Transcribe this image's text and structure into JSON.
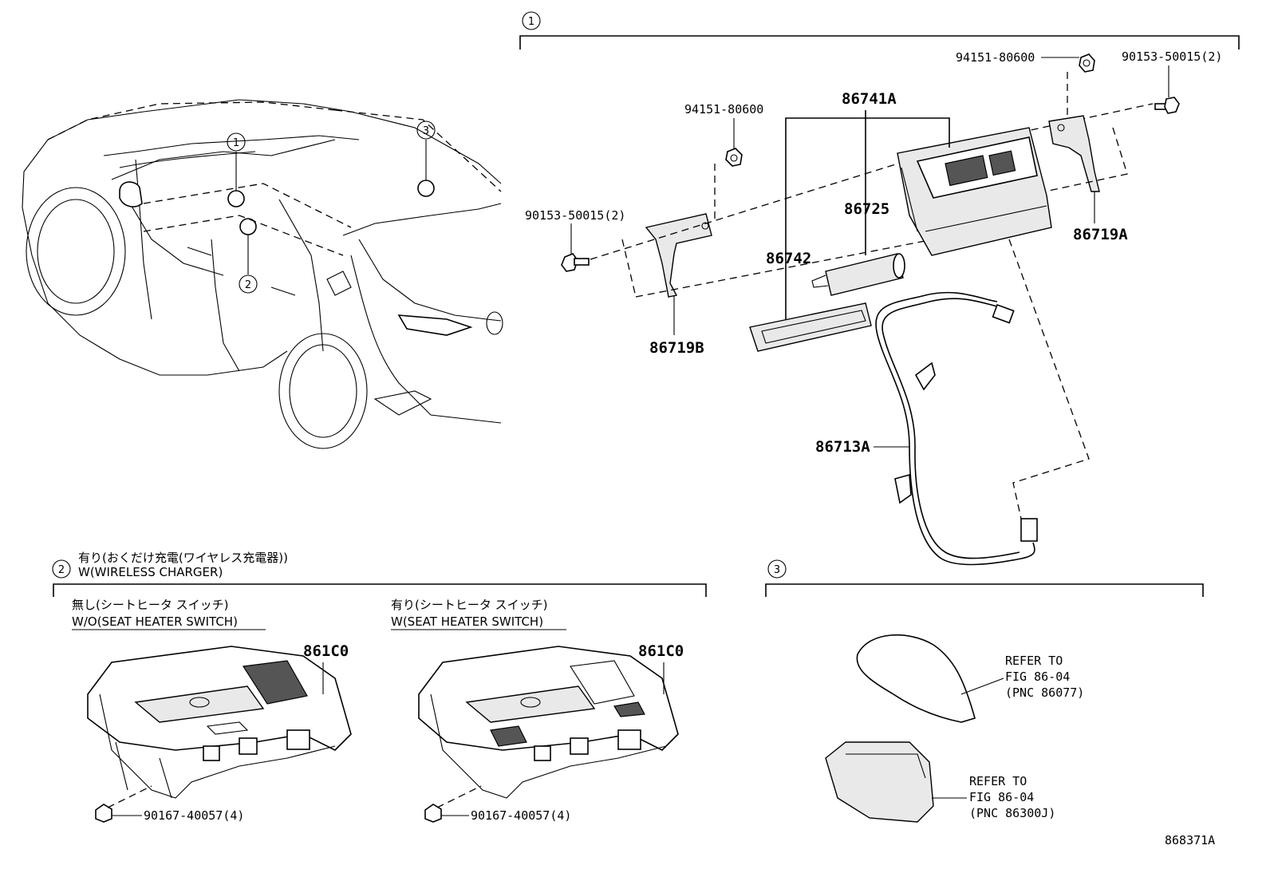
{
  "callouts": {
    "one": "1",
    "two": "2",
    "three": "3"
  },
  "section1": {
    "bolt_left": "90153-50015(2)",
    "nut_left": "94151-80600",
    "nut_top": "94151-80600",
    "bolt_right": "90153-50015(2)",
    "assembly": "86741A",
    "bracket_b": "86719B",
    "bracket_a": "86719A",
    "cover": "86742",
    "cylinder": "86725",
    "harness": "86713A"
  },
  "section2": {
    "header_jp": "有り(おくだけ充電(ワイヤレス充電器))",
    "header_en": "W(WIRELESS CHARGER)",
    "left_jp": "無し(シートヒータ スイッチ)",
    "left_en": "W/O(SEAT HEATER SWITCH)",
    "right_jp": "有り(シートヒータ スイッチ)",
    "right_en": "W(SEAT HEATER SWITCH)",
    "part_left": "861C0",
    "part_right": "861C0",
    "screw_left": "90167-40057(4)",
    "screw_right": "90167-40057(4)"
  },
  "section3": {
    "refer1": [
      "REFER TO",
      "FIG 86-04",
      "(PNC 86077)"
    ],
    "refer2": [
      "REFER TO",
      "FIG 86-04",
      "(PNC 86300J)"
    ]
  },
  "figure_id": "868371A"
}
